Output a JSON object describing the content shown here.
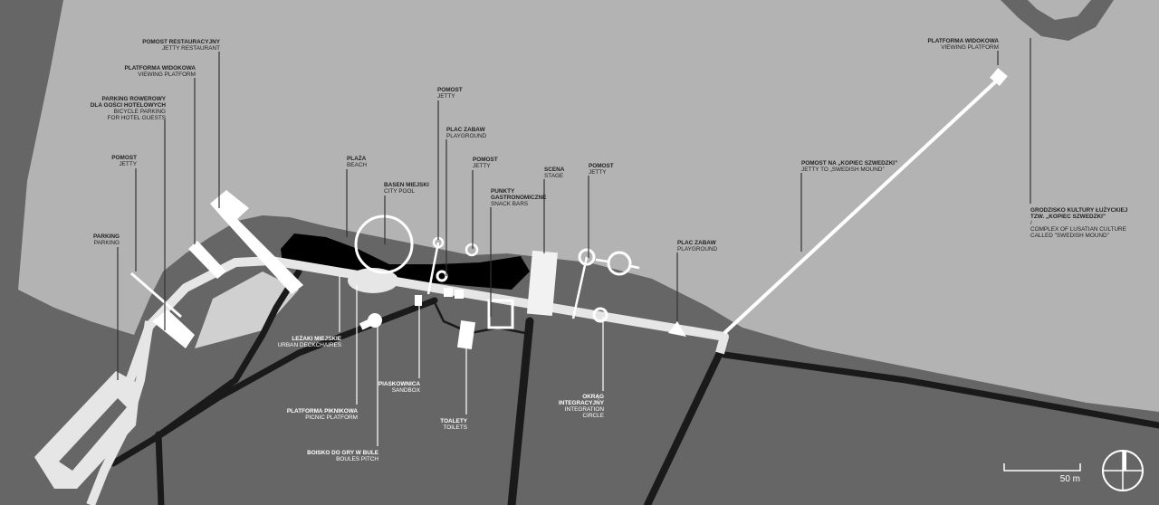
{
  "colors": {
    "water": "#b3b3b3",
    "land": "#666666",
    "road": "#1a1a1a",
    "path": "#e6e6e6",
    "beach": "#000000"
  },
  "labels": {
    "restaurant": {
      "pl": "POMOST RESTAURACYJNY",
      "en": "JETTY RESTAURANT"
    },
    "viewing_left": {
      "pl": "PLATFORMA WIDOKOWA",
      "en": "VIEWING PLATFORM"
    },
    "bicycle": {
      "pl1": "PARKING ROWEROWY",
      "pl2": "DLA GOŚCI HOTELOWYCH",
      "en1": "BICYCLE PARKING",
      "en2": "FOR HOTEL GUESTS"
    },
    "jetty1": {
      "pl": "POMOST",
      "en": "JETTY"
    },
    "parking": {
      "pl": "PARKING",
      "en": "PARKING"
    },
    "beach": {
      "pl": "PLAŻA",
      "en": "BEACH"
    },
    "pool": {
      "pl": "BASEN MIEJSKI",
      "en": "CITY POOL"
    },
    "jetty2": {
      "pl": "POMOST",
      "en": "JETTY"
    },
    "playground1": {
      "pl": "PLAC ZABAW",
      "en": "PLAYGROUND"
    },
    "jetty3": {
      "pl": "POMOST",
      "en": "JETTY"
    },
    "snack": {
      "pl1": "PUNKTY",
      "pl2": "GASTRONOMICZNE",
      "en": "SNACK BARS"
    },
    "stage": {
      "pl": "SCENA",
      "en": "STAGE"
    },
    "jetty4": {
      "pl": "POMOST",
      "en": "JETTY"
    },
    "playground2": {
      "pl": "PLAC ZABAW",
      "en": "PLAYGROUND"
    },
    "mound_jetty": {
      "pl": "POMOST NA „KOPIEC SZWEDZKI”",
      "en": "JETTY TO „SWEDISH MOUND”"
    },
    "viewing_right": {
      "pl": "PLATFORMA WIDOKOWA",
      "en": "VIEWING PLATFORM"
    },
    "grodzisko": {
      "pl1": "GRODZISKO KULTURY ŁUŻYCKIEJ",
      "pl2": "TZW. „KOPIEC SZWEDZKI”",
      "sep": "/",
      "en1": "COMPLEX OF LUSATIAN CULTURE",
      "en2": "CALLED \"SWEDISH MOUND\""
    },
    "deckchairs": {
      "pl": "LEŻAKI MIEJSKIE",
      "en": "URBAN DECKCHAIRES"
    },
    "picnic": {
      "pl": "PLATFORMA PIKNIKOWA",
      "en": "PICNIC PLATFORM"
    },
    "boules": {
      "pl": "BOISKO DO GRY W BULE",
      "en": "BOULES PITCH"
    },
    "sandbox": {
      "pl": "PIASKOWNICA",
      "en": "SANDBOX"
    },
    "toilets": {
      "pl": "TOALETY",
      "en": "TOILETS"
    },
    "circle": {
      "pl1": "OKRĄG",
      "pl2": "INTEGRACYJNY",
      "en1": "INTEGRATION",
      "en2": "CIRCLE"
    }
  },
  "scale": {
    "label": "50 m"
  },
  "icons": {
    "north": "north-arrow-icon"
  }
}
